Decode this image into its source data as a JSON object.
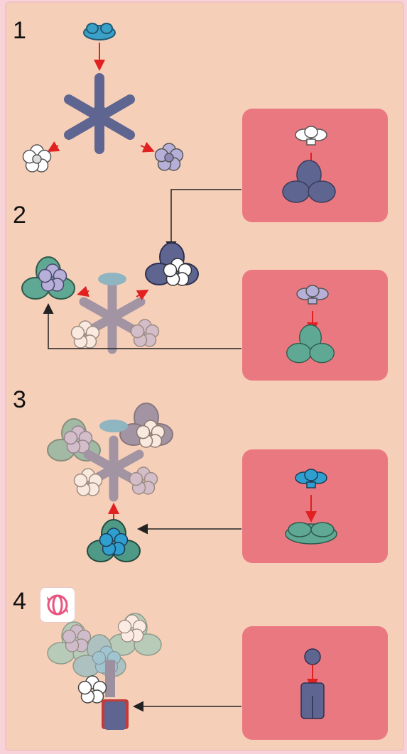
{
  "steps": [
    {
      "number": "1"
    },
    {
      "number": "2"
    },
    {
      "number": "3"
    },
    {
      "number": "4"
    }
  ],
  "icons": {
    "rotate": "rotate-view-icon"
  },
  "colors": {
    "background": "#f6cfb8",
    "detail_box": "#ea7880",
    "brick_dark": "#5f6591",
    "brick_light_blue": "#3aa0c8",
    "brick_lavender": "#b6b0d8",
    "brick_white": "#ffffff",
    "brick_green": "#5fa893",
    "arrow_red": "#e12020",
    "arrow_black": "#222222"
  }
}
